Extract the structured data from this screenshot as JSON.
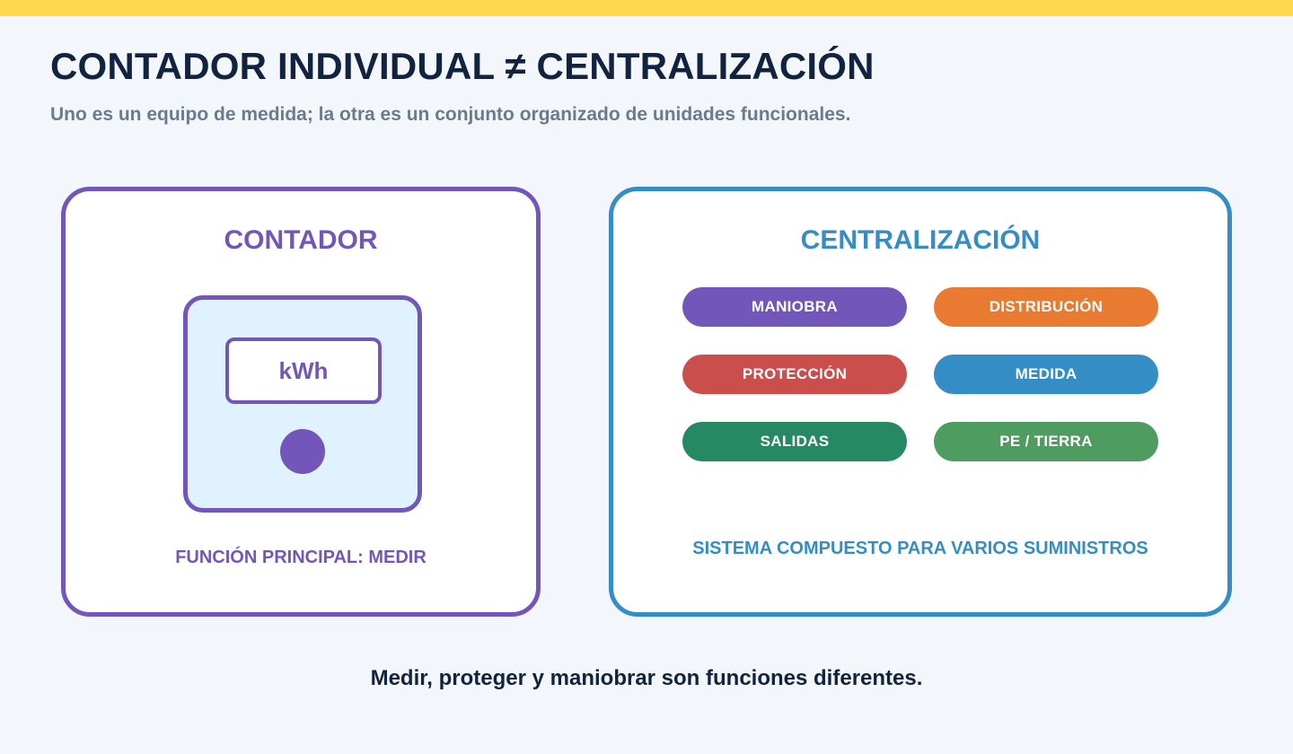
{
  "header": {
    "title": "CONTADOR INDIVIDUAL ≠ CENTRALIZACIÓN",
    "subtitle": "Uno es un equipo de medida; la otra es un conjunto organizado de unidades funcionales."
  },
  "left_panel": {
    "title": "CONTADOR",
    "display_label": "kWh",
    "caption": "FUNCIÓN PRINCIPAL: MEDIR"
  },
  "right_panel": {
    "title": "CENTRALIZACIÓN",
    "units": [
      {
        "label": "MANIOBRA",
        "color": "#7356b9"
      },
      {
        "label": "DISTRIBUCIÓN",
        "color": "#e97a31"
      },
      {
        "label": "PROTECCIÓN",
        "color": "#c94e4c"
      },
      {
        "label": "MEDIDA",
        "color": "#348ec5"
      },
      {
        "label": "SALIDAS",
        "color": "#258a63"
      },
      {
        "label": "PE / TIERRA",
        "color": "#4f9c61"
      }
    ],
    "caption": "SISTEMA COMPUESTO PARA VARIOS SUMINISTROS"
  },
  "footer": {
    "text": "Medir, proteger y maniobrar son funciones diferentes."
  },
  "colors": {
    "accent_bar": "#ffd84d",
    "contador": "#7356b9",
    "centralizacion": "#348ec5",
    "title": "#12233f",
    "subtitle": "#6a7b8f"
  }
}
